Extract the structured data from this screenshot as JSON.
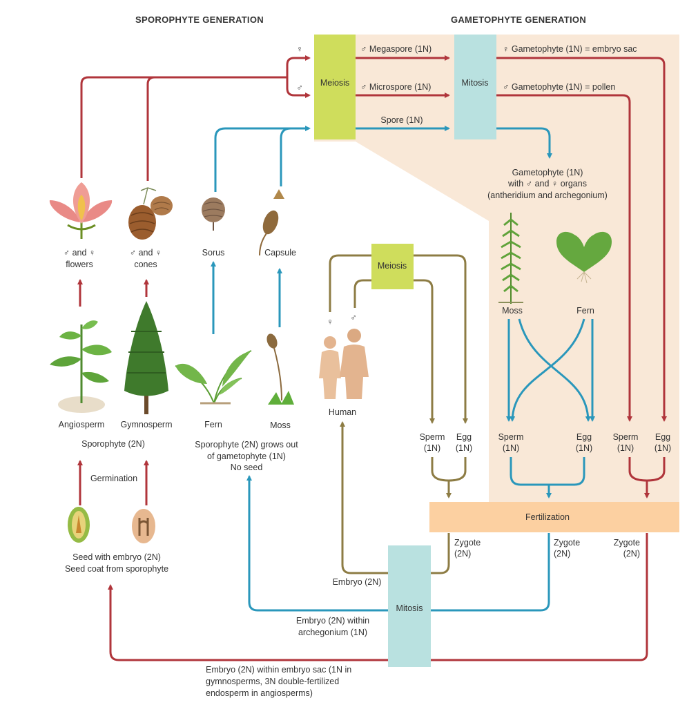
{
  "headings": {
    "sporophyte": "SPOROPHYTE GENERATION",
    "gametophyte": "GAMETOPHYTE GENERATION"
  },
  "symbols": {
    "female": "♀",
    "male": "♂"
  },
  "boxes": {
    "meiosis_top": "Meiosis",
    "mitosis_top": "Mitosis",
    "meiosis_human": "Meiosis",
    "fertilization": "Fertilization",
    "mitosis_bottom": "Mitosis"
  },
  "spores": {
    "megaspore": "♂ Megaspore (1N)",
    "microspore": "♂ Microspore (1N)",
    "spore": "Spore (1N)"
  },
  "gametophytes": {
    "embryo_sac": "♀ Gametophyte (1N) = embryo sac",
    "pollen": "♂ Gametophyte (1N) = pollen",
    "gameto_line1": "Gametophyte (1N)",
    "gameto_line2": "with ♂ and ♀ organs",
    "gameto_line3": "(antheridium and archegonium)",
    "moss": "Moss",
    "fern": "Fern"
  },
  "reproductive": {
    "flowers_l1": "♂ and ♀",
    "flowers_l2": "flowers",
    "cones_l1": "♂ and ♀",
    "cones_l2": "cones",
    "sorus": "Sorus",
    "capsule": "Capsule"
  },
  "plants": {
    "angiosperm": "Angiosperm",
    "gymnosperm": "Gymnosperm",
    "fern": "Fern",
    "moss": "Moss",
    "human": "Human",
    "sporophyte_2n": "Sporophyte (2N)",
    "sp_grows_l1": "Sporophyte (2N) grows out",
    "sp_grows_l2": "of gametophyte (1N)",
    "sp_grows_l3": "No seed",
    "germination": "Germination",
    "seed_l1": "Seed with embryo (2N)",
    "seed_l2": "Seed coat from sporophyte"
  },
  "gametes": {
    "sperm": "Sperm",
    "egg": "Egg",
    "haploid": "(1N)"
  },
  "zygote": {
    "word": "Zygote",
    "ploidy": "(2N)"
  },
  "embryos": {
    "human": "Embryo (2N)",
    "arch_l1": "Embryo (2N) within",
    "arch_l2": "archegonium (1N)",
    "sac_l1": "Embryo (2N) within embryo sac (1N in",
    "sac_l2": "gymnosperms, 3N double-fertilized",
    "sac_l3": "endosperm in angiosperms)"
  },
  "colors": {
    "seed_plant_arrow": "#b0353b",
    "spore_plant_arrow": "#2a97bb",
    "human_arrow": "#8d7c44",
    "meiosis_box": "#cfdd5c",
    "mitosis_box": "#b9e1e0",
    "fertilization_box": "#fcd0a1",
    "gametophyte_bg": "#f9e8d7"
  }
}
